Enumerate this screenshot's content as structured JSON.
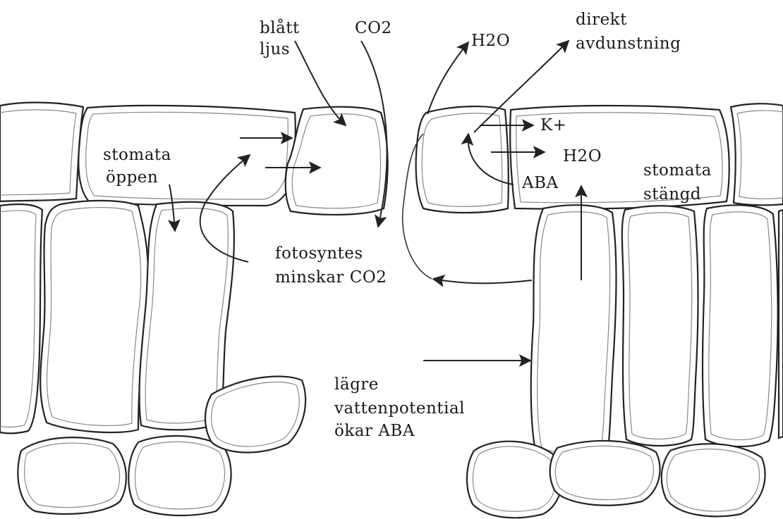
{
  "labels": {
    "blue_light_line1": "blått",
    "blue_light_line2": "ljus",
    "co2_top": "CO2",
    "h2o_top": "H2O",
    "direct_line1": "direkt",
    "direct_line2": "avdunstning",
    "k_plus": "K+",
    "h2o_cell": "H2O",
    "open_line1": "stomata",
    "open_line2": "öppen",
    "closed_line1": "stomata",
    "closed_line2": "stängd",
    "aba": "ABA",
    "photo_line1": "fotosyntes",
    "photo_line2": "minskar CO2",
    "lower_line1": "lägre",
    "lower_line2": "vattenpotential",
    "lower_line3": "ökar ABA"
  },
  "colors": {
    "line": "#222222",
    "background": "#ffffff"
  }
}
